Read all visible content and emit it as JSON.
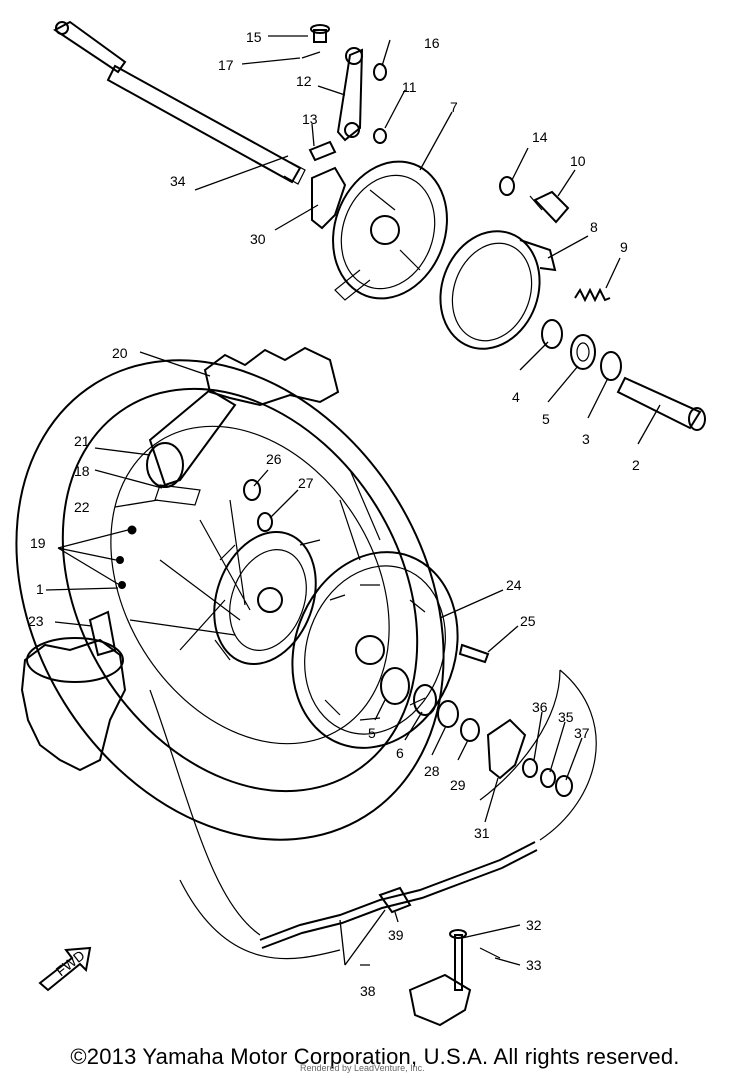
{
  "callouts": [
    "1",
    "2",
    "3",
    "4",
    "5",
    "5",
    "6",
    "7",
    "8",
    "9",
    "10",
    "11",
    "12",
    "13",
    "14",
    "15",
    "16",
    "17",
    "18",
    "19",
    "20",
    "21",
    "22",
    "23",
    "24",
    "25",
    "26",
    "27",
    "28",
    "29",
    "30",
    "31",
    "32",
    "33",
    "34",
    "35",
    "36",
    "37",
    "38",
    "39"
  ],
  "fwd_label": "FWD",
  "copyright": "©2013 Yamaha Motor Corporation, U.S.A. All rights reserved.",
  "watermark": "Rendered by LeadVenture, Inc."
}
